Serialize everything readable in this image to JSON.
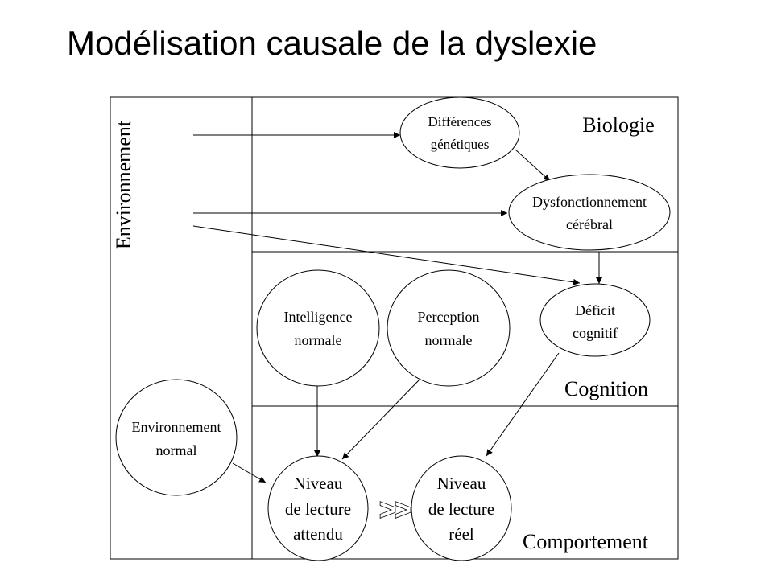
{
  "title": "Modélisation causale de la dyslexie",
  "labels": {
    "environnement": "Environnement",
    "biologie": "Biologie",
    "cognition": "Cognition",
    "comportement": "Comportement"
  },
  "nodes": {
    "differences": {
      "line1": "Différences",
      "line2": "génétiques"
    },
    "dysfonctionnement": {
      "line1": "Dysfonctionnement",
      "line2": "cérébral"
    },
    "deficit": {
      "line1": "Déficit",
      "line2": "cognitif"
    },
    "intelligence": {
      "line1": "Intelligence",
      "line2": "normale"
    },
    "perception": {
      "line1": "Perception",
      "line2": "normale"
    },
    "env_normal": {
      "line1": "Environnement",
      "line2": "normal"
    },
    "niveau_attendu": {
      "line1": "Niveau",
      "line2": "de lecture",
      "line3": "attendu"
    },
    "niveau_reel": {
      "line1": "Niveau",
      "line2": "de lecture",
      "line3": "réel"
    }
  },
  "comparison": ">>"
}
